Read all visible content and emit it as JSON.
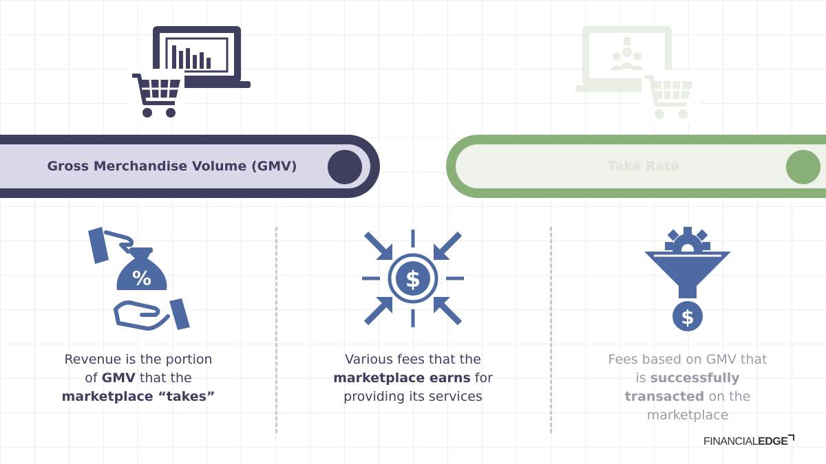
{
  "header": {
    "gmv_label": "Gross Merchandise Volume (GMV)",
    "take_rate_label": "Take Rate"
  },
  "columns": [
    {
      "icon": "money-bag-hand-icon",
      "bag_symbol": "%",
      "line1": "Revenue is the portion",
      "line2_pre": "of ",
      "line2_bold": "GMV",
      "line2_post": " that the",
      "line3_bold": "marketplace “takes”"
    },
    {
      "icon": "converging-arrows-dollar-icon",
      "coin_symbol": "$",
      "line1": "Various fees that the",
      "line2_bold": "marketplace earns",
      "line2_post": " for",
      "line3": "providing its services"
    },
    {
      "icon": "funnel-gear-dollar-icon",
      "coin_symbol": "$",
      "line1": "Fees based on GMV that",
      "line2_pre": "is ",
      "line2_bold": "successfully",
      "line3_bold": "transacted",
      "line3_post": " on the",
      "line4": "marketplace"
    }
  ],
  "logo": {
    "part1": "FINANCIAL",
    "part2": "EDGE"
  },
  "colors": {
    "navy": "#3e3e5f",
    "lavender": "#d8d8e9",
    "blue_icon": "#4d6aa2",
    "green": "#8ab07a",
    "pale_green": "#eef2ea"
  }
}
